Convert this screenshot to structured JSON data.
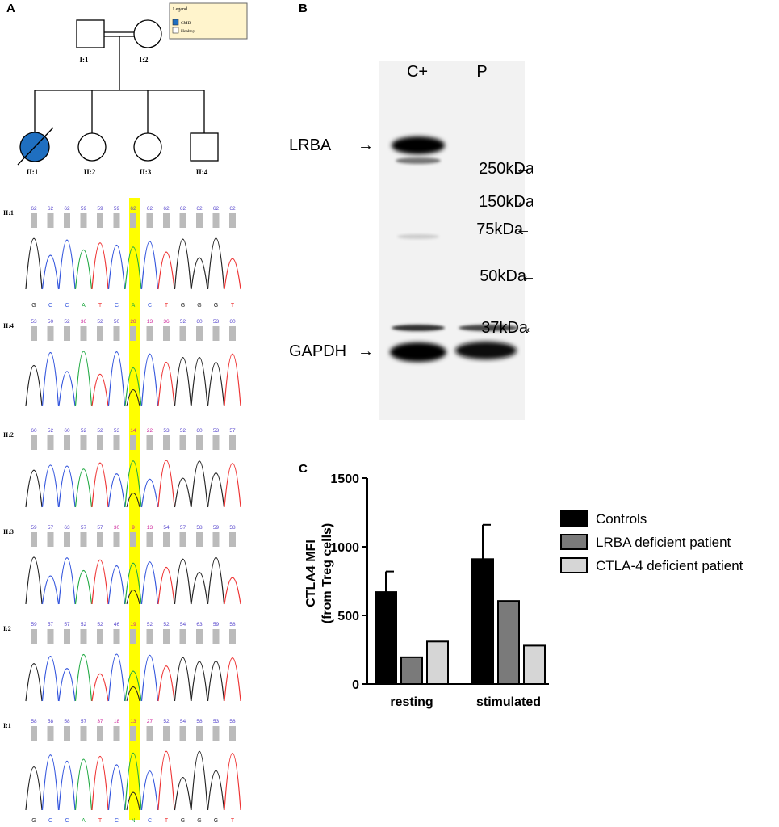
{
  "panels": {
    "a": "A",
    "b": "B",
    "c": "C"
  },
  "pedigree": {
    "legend": {
      "title": "Legend",
      "items": [
        {
          "label": "CMD",
          "color": "#1f6fc0"
        },
        {
          "label": "Healthy",
          "color": "#ffffff"
        }
      ]
    },
    "individuals": {
      "I1": "I:1",
      "I2": "I:2",
      "II1": "II:1",
      "II2": "II:2",
      "II3": "II:3",
      "II4": "II:4"
    },
    "affected_color": "#1f6fc0"
  },
  "sequencing": {
    "highlight_color": "#ffff00",
    "tracks": [
      {
        "label": "II:1",
        "quality": [
          "62",
          "62",
          "62",
          "59",
          "59",
          "59",
          "62",
          "62",
          "62",
          "62",
          "62",
          "62",
          "62"
        ]
      },
      {
        "label": "II:4",
        "quality": [
          "53",
          "50",
          "52",
          "36",
          "52",
          "50",
          "28",
          "13",
          "36",
          "52",
          "60",
          "53",
          "60"
        ]
      },
      {
        "label": "II:2",
        "quality": [
          "60",
          "52",
          "60",
          "52",
          "52",
          "53",
          "14",
          "22",
          "53",
          "52",
          "60",
          "53",
          "57"
        ]
      },
      {
        "label": "II:3",
        "quality": [
          "59",
          "57",
          "63",
          "57",
          "57",
          "30",
          "9",
          "13",
          "54",
          "57",
          "58",
          "59",
          "58"
        ]
      },
      {
        "label": "I:2",
        "quality": [
          "59",
          "57",
          "57",
          "52",
          "52",
          "46",
          "19",
          "52",
          "52",
          "54",
          "63",
          "59",
          "58"
        ]
      },
      {
        "label": "I:1",
        "quality": [
          "58",
          "58",
          "58",
          "57",
          "37",
          "18",
          "13",
          "27",
          "52",
          "54",
          "58",
          "53",
          "58"
        ]
      }
    ],
    "bases_top": [
      "G",
      "C",
      "C",
      "A",
      "T",
      "C",
      "A",
      "C",
      "T",
      "G",
      "G",
      "G",
      "T"
    ],
    "bases_bottom": [
      "G",
      "C",
      "C",
      "A",
      "T",
      "C",
      "N",
      "C",
      "T",
      "G",
      "G",
      "G",
      "T"
    ]
  },
  "western_blot": {
    "lanes": [
      "C+",
      "P"
    ],
    "bands": [
      {
        "label": "LRBA",
        "arrow": "→"
      },
      {
        "label": "GAPDH",
        "arrow": "→"
      }
    ],
    "markers": [
      {
        "label": "250kDa",
        "arrow": "←"
      },
      {
        "label": "150kDa",
        "arrow": "←"
      },
      {
        "label": "75kDa",
        "arrow": "←"
      },
      {
        "label": "50kDa",
        "arrow": "←"
      },
      {
        "label": "37kDa",
        "arrow": "←"
      }
    ]
  },
  "chart_data": {
    "type": "bar",
    "categories": [
      "resting",
      "stimulated"
    ],
    "ylabel_line1": "CTLA4 MFI",
    "ylabel_line2": "(from Treg cells)",
    "ylim": [
      0,
      1500
    ],
    "yticks": [
      "0",
      "500",
      "1000",
      "1500"
    ],
    "legend_position": "right",
    "series": [
      {
        "name": "Controls",
        "color": "#000000",
        "values": [
          670,
          910
        ],
        "error": [
          150,
          250
        ]
      },
      {
        "name": "LRBA deficient patient",
        "color": "#7a7a7a",
        "values": [
          195,
          605
        ],
        "error": [
          0,
          0
        ]
      },
      {
        "name": "CTLA-4 deficient patient",
        "color": "#d6d6d6",
        "values": [
          310,
          280
        ],
        "error": [
          0,
          0
        ]
      }
    ]
  }
}
